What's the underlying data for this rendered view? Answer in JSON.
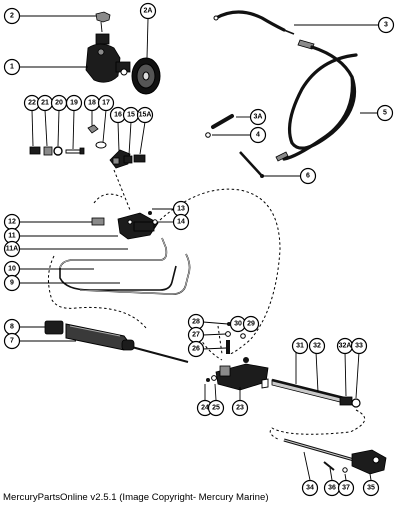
{
  "caption": "MercuryPartsOnline v2.5.1 (Image Copyright- Mercury Marine)",
  "callouts": {
    "c1": "1",
    "c2": "2",
    "c2a": "2A",
    "c3": "3",
    "c3a": "3A",
    "c4": "4",
    "c5": "5",
    "c6": "6",
    "c7": "7",
    "c8": "8",
    "c9": "9",
    "c10": "10",
    "c11": "11",
    "c11a": "11A",
    "c12": "12",
    "c13": "13",
    "c14": "14",
    "c15": "15",
    "c15a": "15A",
    "c16": "16",
    "c17": "17",
    "c18": "18",
    "c19": "19",
    "c20": "20",
    "c21": "21",
    "c22": "22",
    "c23": "23",
    "c24": "24",
    "c25": "25",
    "c26": "26",
    "c27": "27",
    "c28": "28",
    "c29": "29",
    "c30": "30",
    "c31": "31",
    "c32": "32",
    "c32a": "32A",
    "c33": "33",
    "c34": "34",
    "c35": "35",
    "c36": "36",
    "c37": "37"
  }
}
